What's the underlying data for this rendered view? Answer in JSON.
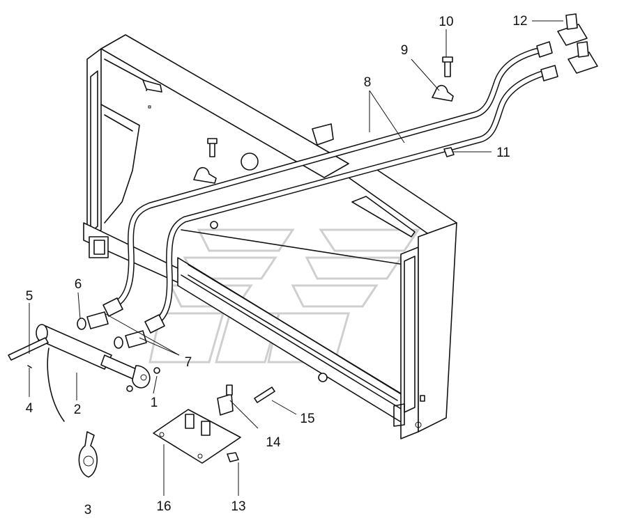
{
  "figure": {
    "type": "exploded-parts-diagram",
    "callouts": {
      "n1": "1",
      "n2": "2",
      "n3": "3",
      "n4": "4",
      "n5": "5",
      "n6": "6",
      "n7": "7",
      "n8": "8",
      "n9": "9",
      "n10": "10",
      "n11": "11",
      "n12": "12",
      "n13": "13",
      "n14": "14",
      "n15": "15",
      "n16": "16"
    },
    "colors": {
      "line": "#111111",
      "background": "#ffffff",
      "watermark": "#cfcfcf"
    }
  }
}
